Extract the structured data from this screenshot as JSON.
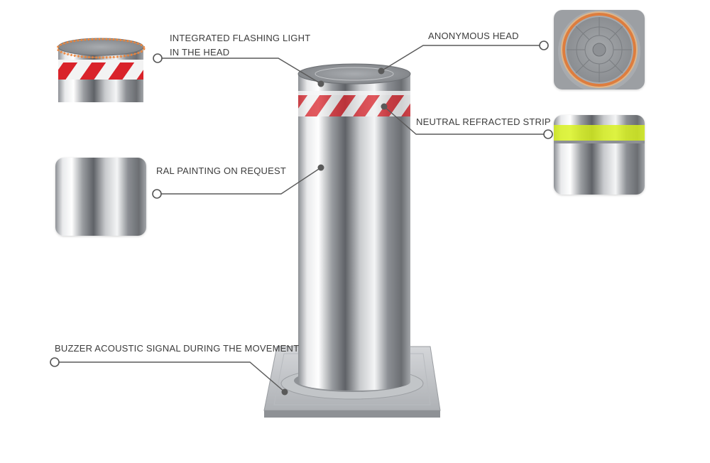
{
  "callouts": {
    "flashing_light": {
      "line1": "INTEGRATED FLASHING LIGHT",
      "line2": "IN THE HEAD"
    },
    "anonymous_head": {
      "text": "ANONYMOUS HEAD"
    },
    "refracted_strip": {
      "text": "NEUTRAL REFRACTED STRIP"
    },
    "ral_painting": {
      "text": "RAL PAINTING ON REQUEST"
    },
    "buzzer": {
      "text": "BUZZER ACOUSTIC SIGNAL DURING THE MOVEMENT"
    }
  },
  "colors": {
    "line": "#5a5a5a",
    "reflective_red": "#d9232a",
    "fluorescent_yellow": "#d8f21a",
    "led_orange": "#e8742a",
    "steel": "#b9bcc0"
  }
}
